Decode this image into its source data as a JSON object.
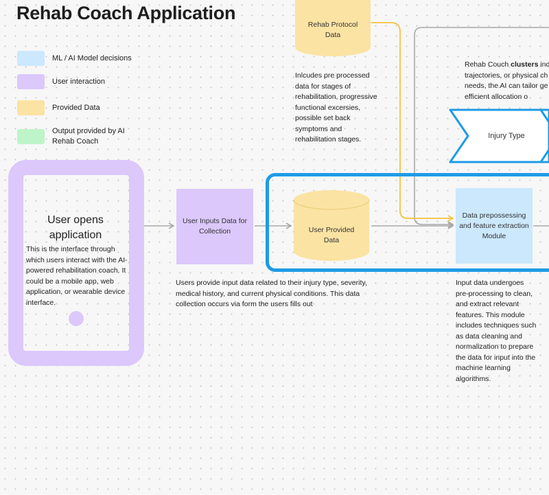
{
  "title": "Rehab Coach Application",
  "legend": [
    {
      "label": "ML / AI Model decisions",
      "color": "#cbe8fd"
    },
    {
      "label": "User interaction",
      "color": "#dcc8fb"
    },
    {
      "label": "Provided Data",
      "color": "#fbe3a3"
    },
    {
      "label": "Output provided by AI Rehab Coach",
      "color": "#bdf5c9"
    }
  ],
  "nodes": {
    "protocol_db": "Rehab Protocol Data",
    "protocol_note": "Inlcudes pre processed data for stages of rehabilitation, progressive functional excersies, possible set back symptoms and rehabilitation stages.",
    "phone_title": "User opens application",
    "phone_desc": "This is the interface through which users interact with the AI-powered rehabilitation coach. It could be a mobile app, web application, or wearable device interface.",
    "user_inputs": "User Inputs Data for Collection",
    "user_db": "User Provided Data",
    "user_note": "Users provide input data related to their injury type, severity, medical history, and current physical conditions. This data collection occurs via form the users fills out",
    "preprocess": "Data prepossessing and feature extraction Module",
    "preprocess_note": "Input data undergoes pre-processing to clean, and extract relevant features. This module  includes techniques such as data cleaning and normalization to prepare the data for input into the machine learning algorithms.",
    "cluster_pre": "Rehab Couch ",
    "cluster_bold": "clusters",
    "cluster_rest": " ind trajectories, or physical ch needs, the AI can tailor ge more efficient allocation o",
    "injury_type": "Injury Type"
  },
  "colors": {
    "ml": "#cbe8fd",
    "user": "#dcc8fb",
    "data": "#fbe3a3",
    "output": "#bdf5c9",
    "highlight": "#1e9be6",
    "connector_yellow": "#f5c242",
    "connector_gray": "#a8a8a8"
  }
}
